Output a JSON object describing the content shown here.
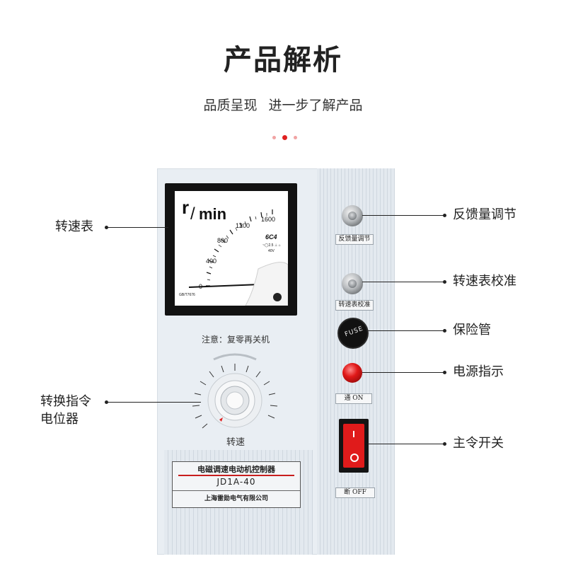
{
  "header": {
    "title": "产品解析",
    "subtitle": "品质呈现  进一步了解产品"
  },
  "meter": {
    "unit_r": "r",
    "unit_min": "min",
    "ticks": [
      "0",
      "400",
      "800",
      "1200",
      "1600"
    ],
    "model": "6C4",
    "spec": "~◯2.5 ⊥ ⌂",
    "voltage": "40V",
    "standard": "GB/T7676"
  },
  "panel": {
    "notice": "注意：复零再关机",
    "knob_label": "转速",
    "feedback_plate": "反馈量调节",
    "calib_plate": "转速表校准",
    "fuse_text": "FUSE",
    "on_plate": "通  ON",
    "off_plate": "断  OFF"
  },
  "nameplate": {
    "name": "电磁调速电动机控制器",
    "model": "JD1A-40",
    "company": "上海雷勋电气有限公司"
  },
  "callouts": {
    "left": {
      "tachometer": "转速表",
      "potentiometer_line1": "转换指令",
      "potentiometer_line2": "电位器"
    },
    "right": {
      "feedback": "反馈量调节",
      "calibration": "转速表校准",
      "fuse": "保险管",
      "power_indicator": "电源指示",
      "main_switch": "主令开关"
    }
  },
  "colors": {
    "accent_red": "#e02020",
    "device_body": "#e9eef3",
    "text": "#222222"
  }
}
